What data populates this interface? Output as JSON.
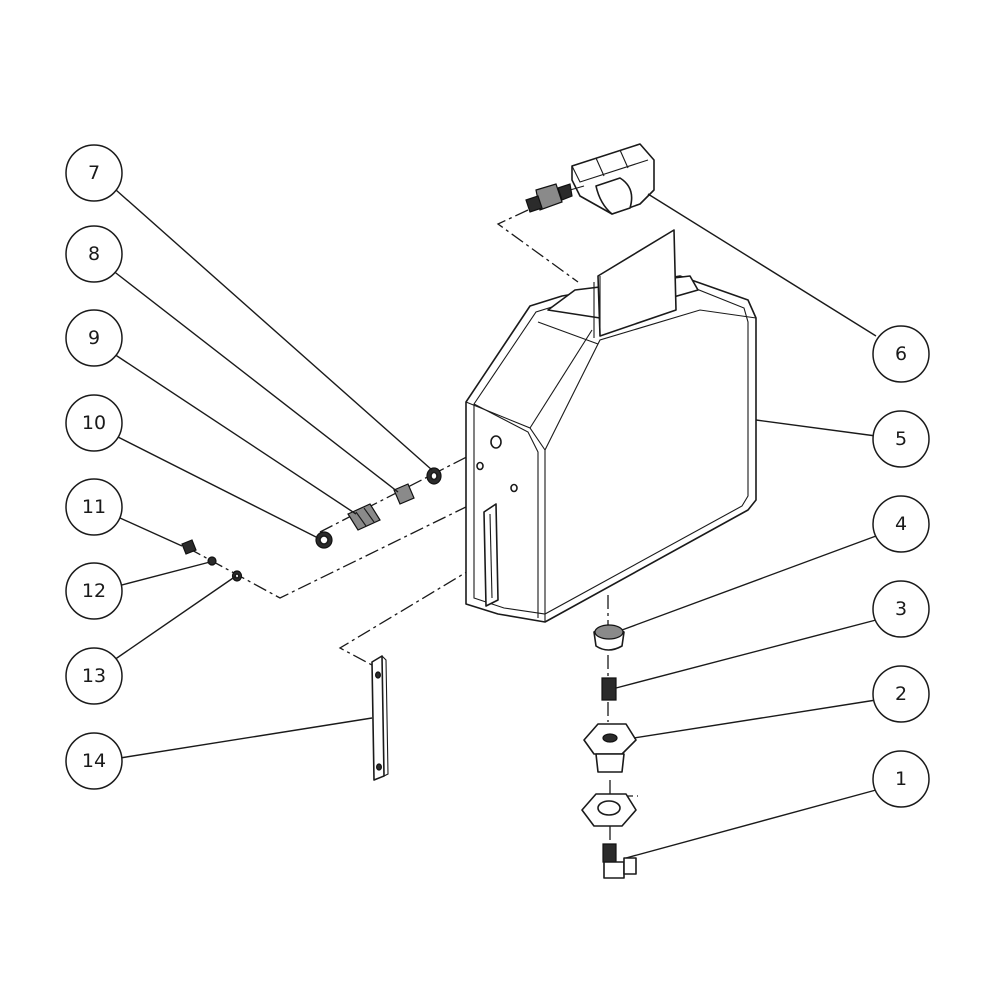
{
  "balloons": [
    {
      "id": "b1",
      "label": "1"
    },
    {
      "id": "b2",
      "label": "2"
    },
    {
      "id": "b3",
      "label": "3"
    },
    {
      "id": "b4",
      "label": "4"
    },
    {
      "id": "b5",
      "label": "5"
    },
    {
      "id": "b6",
      "label": "6"
    },
    {
      "id": "b7",
      "label": "7"
    },
    {
      "id": "b8",
      "label": "8"
    },
    {
      "id": "b9",
      "label": "9"
    },
    {
      "id": "b10",
      "label": "10"
    },
    {
      "id": "b11",
      "label": "11"
    },
    {
      "id": "b12",
      "label": "12"
    },
    {
      "id": "b13",
      "label": "13"
    },
    {
      "id": "b14",
      "label": "14"
    }
  ]
}
